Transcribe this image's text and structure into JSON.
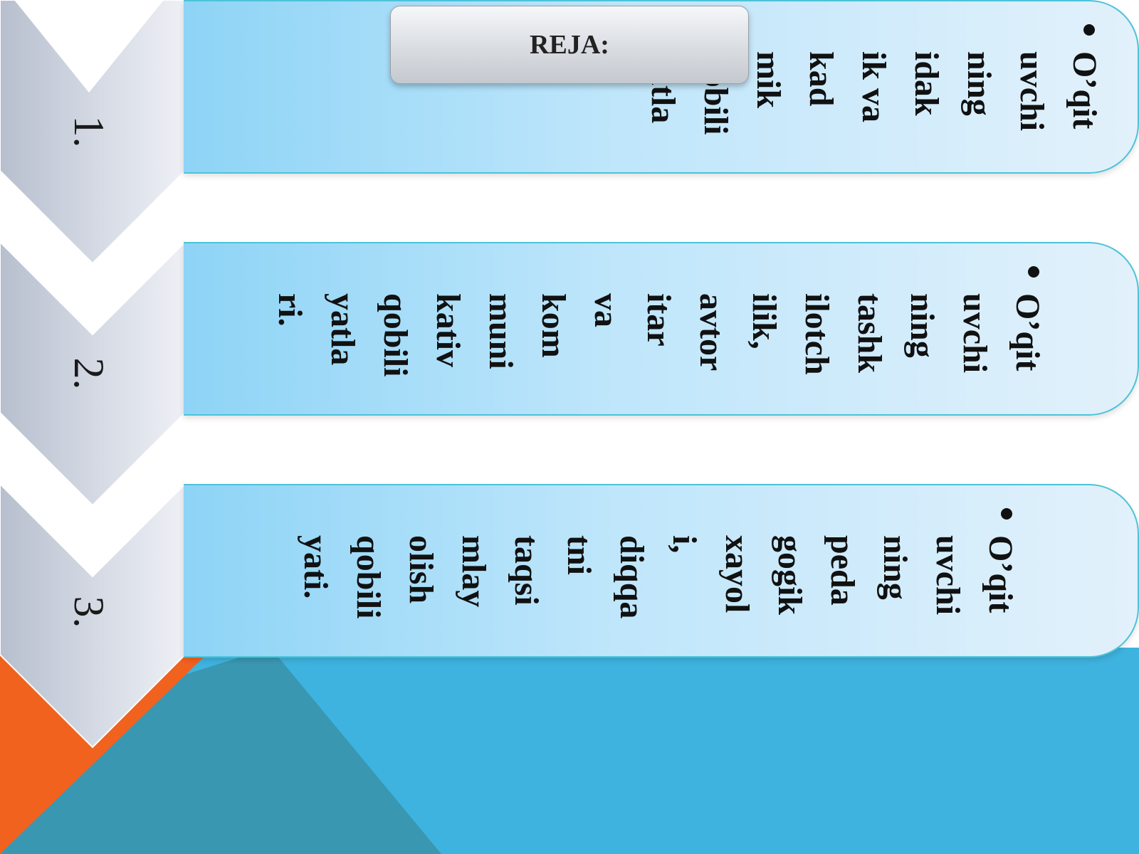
{
  "slide": {
    "title": "REJA:",
    "items": [
      {
        "number": "1.",
        "text": "O’qit\nuvchi\nning\nidak\nik va\nkad\nmik\nqobili\nyatla\nri."
      },
      {
        "number": "2.",
        "text": "O’qit\nuvchi\nning\ntashk\nilotch\nilik,\navtor\nitar\nva\nkom\nmuni\nkativ\nqobili\nyatla\nri."
      },
      {
        "number": "3.",
        "text": "O’qit\nuvchi\nning\npeda\ngogik\nxayol\ni,\ndiqqa\ntni\ntaqsi\nmlay\nolish\nqobili\nyati."
      }
    ]
  },
  "colors": {
    "background_blue": "#3eb3df",
    "background_teal": "#3a97b2",
    "accent_orange": "#f1621f",
    "box_border": "#4cc3d9"
  }
}
